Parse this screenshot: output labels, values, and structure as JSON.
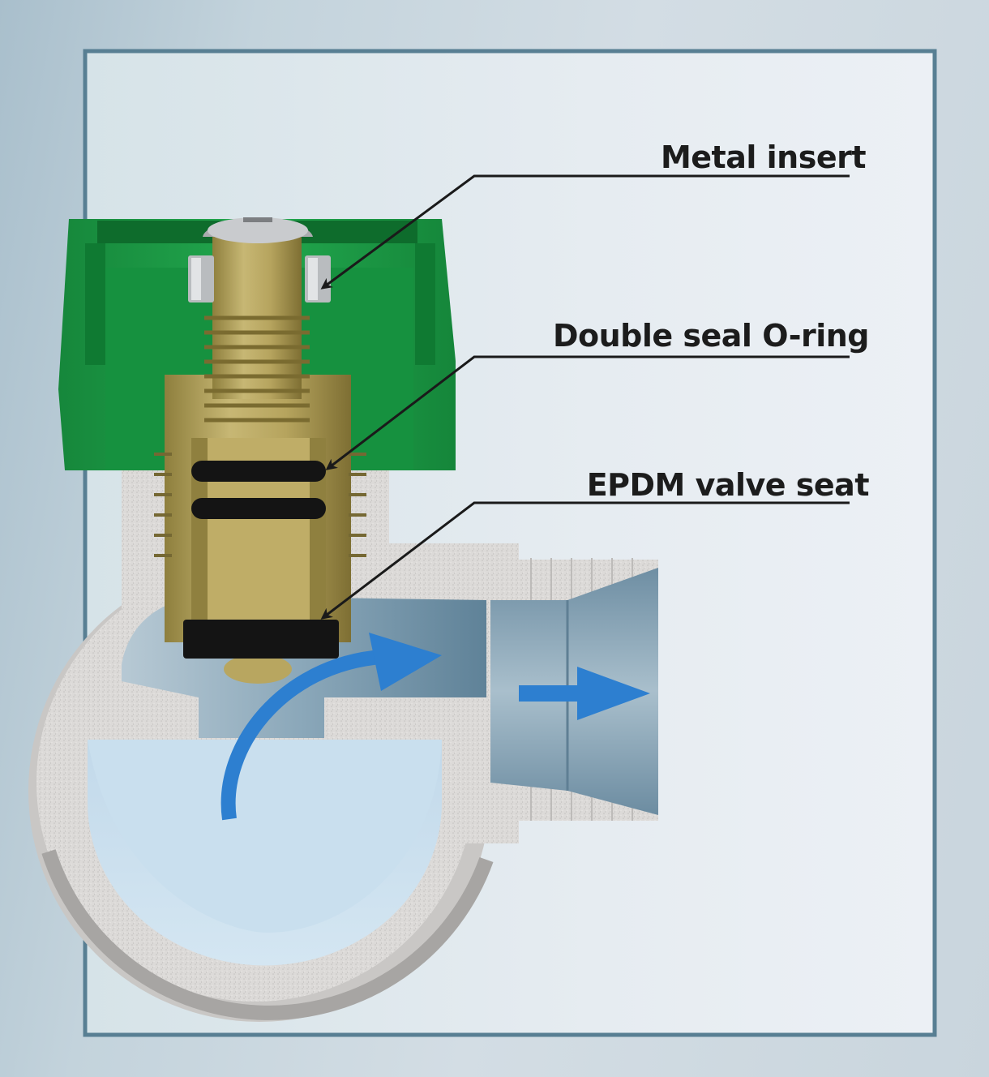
{
  "diagram": {
    "callouts": [
      {
        "id": "metal-insert",
        "label": "Metal insert"
      },
      {
        "id": "double-seal-o-ring",
        "label": "Double seal O-ring"
      },
      {
        "id": "epdm-valve-seat",
        "label": "EPDM valve seat"
      }
    ],
    "colors": {
      "handle": "#1a9a45",
      "brass": "#b5a35e",
      "body": "#d8d6d4",
      "seal": "#141414",
      "flow_arrow": "#2d7fd0",
      "water": "#c6dcec",
      "channel": "#7d9eb3",
      "leader_line": "#1a1a1a"
    }
  }
}
